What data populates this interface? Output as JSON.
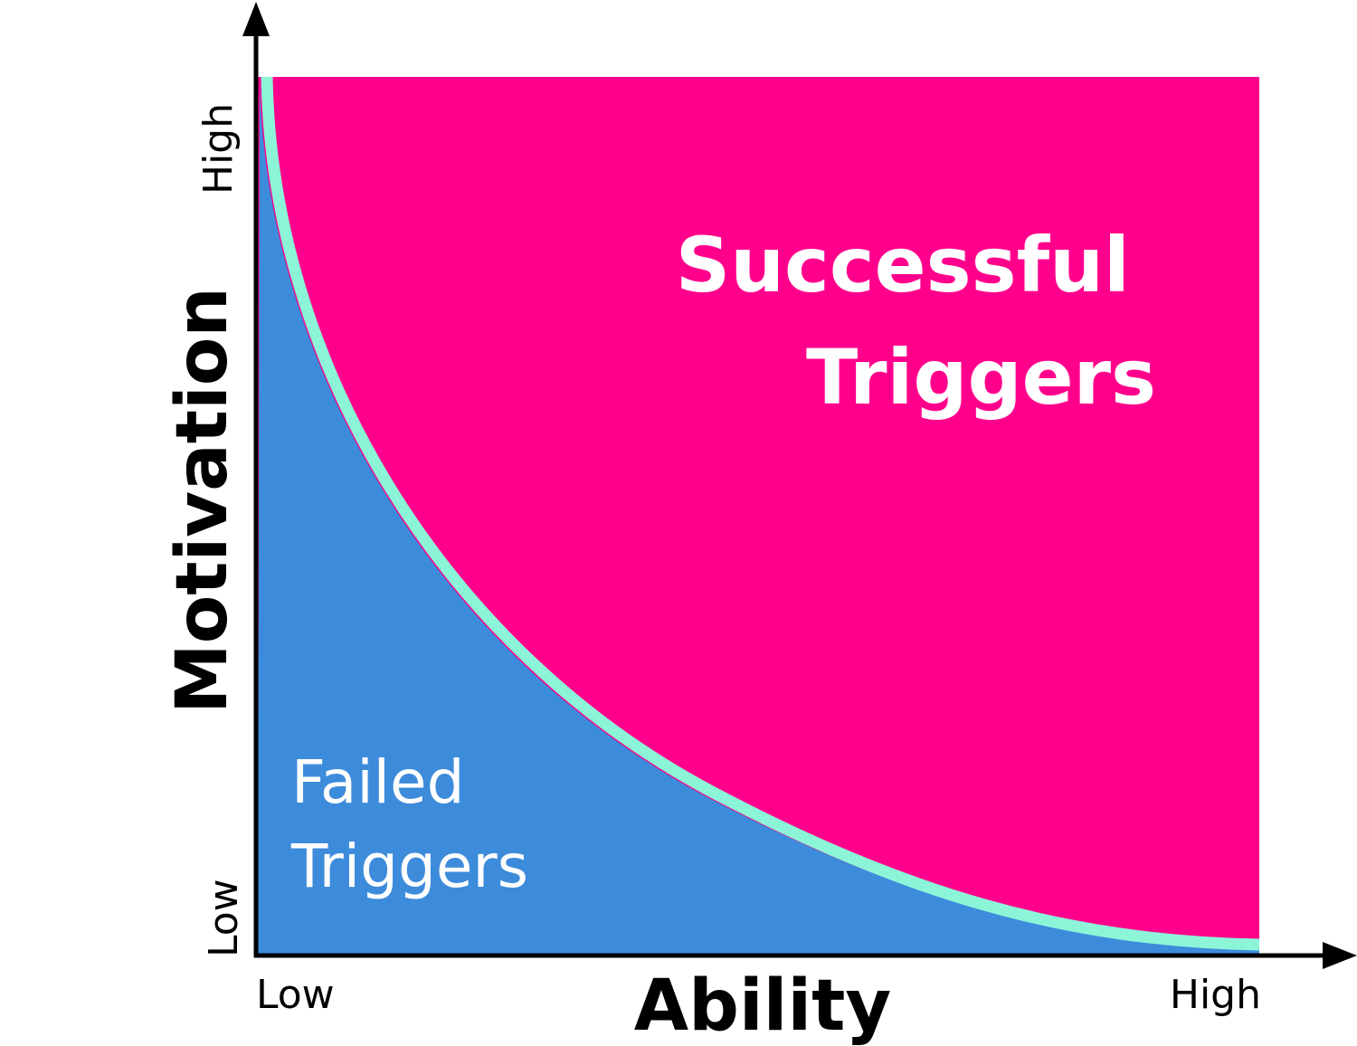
{
  "colors": {
    "success_region": "#FF008C",
    "failed_region": "#3D8BDB",
    "threshold_curve": "#8CF5D8",
    "axis": "#000000",
    "region_text": "#FFFFFF"
  },
  "regions": {
    "success": {
      "line1": "Successful",
      "line2": "Triggers"
    },
    "failed": {
      "line1": "Failed",
      "line2": "Triggers"
    }
  },
  "axes": {
    "x": {
      "title": "Ability",
      "low": "Low",
      "high": "High"
    },
    "y": {
      "title": "Motivation",
      "low": "Low",
      "high": "High"
    }
  }
}
